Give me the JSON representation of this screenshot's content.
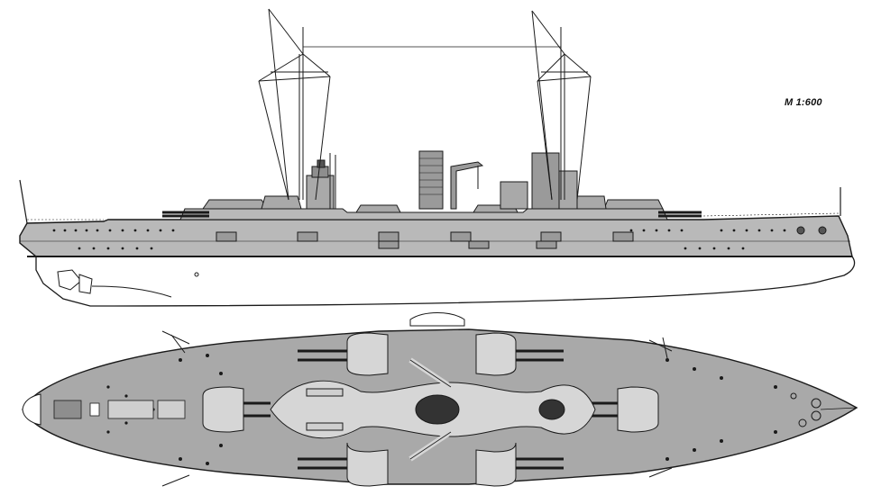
{
  "drawing": {
    "scale_label": "M 1:600",
    "views": [
      "side-elevation",
      "plan-view"
    ],
    "colors": {
      "hull_grey": "#b9b9b9",
      "deck_grey": "#a9a9a9",
      "turret_light": "#d6d6d6",
      "waterline_white": "#ffffff",
      "ink": "#1a1a1a",
      "dark_fill": "#333333"
    }
  }
}
